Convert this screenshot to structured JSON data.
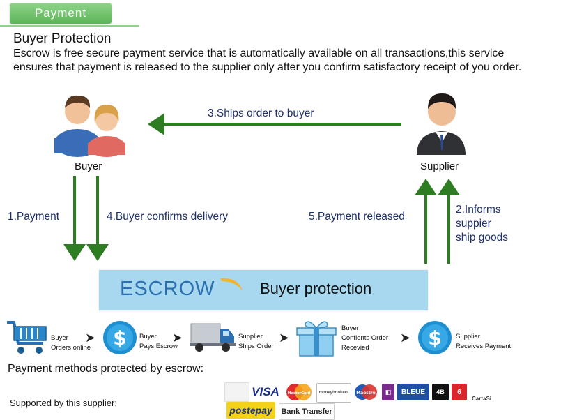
{
  "header": {
    "tab_label": "Payment"
  },
  "intro": {
    "title": "Buyer Protection",
    "body": "Escrow is free secure payment service that is automatically available on all transactions,this service ensures that payment is released to the supplier only after you confirm satisfactory receipt of you order."
  },
  "parties": {
    "buyer": "Buyer",
    "supplier": "Supplier"
  },
  "steps": {
    "ships": "3.Ships order to buyer",
    "payment": "1.Payment",
    "confirms": "4.Buyer confirms delivery",
    "released": "5.Payment released",
    "informs_1": "2.Informs",
    "informs_2": "suppier",
    "informs_3": "ship goods"
  },
  "escrow": {
    "word": "ESCROW",
    "tagline": "Buyer protection"
  },
  "flow": [
    {
      "line1": "Buyer",
      "line2": "Orders online",
      "icon": "shopping-cart-icon"
    },
    {
      "line1": "Buyer",
      "line2": "Pays Escrow",
      "icon": "dollar-coin-icon"
    },
    {
      "line1": "Supplier",
      "line2": "Ships Order",
      "icon": "delivery-truck-icon"
    },
    {
      "line1": "Buyer",
      "line2": "Confients Order",
      "line3": "Recevied",
      "icon": "gift-box-icon"
    },
    {
      "line1": "Supplier",
      "line2": "Receives Payment",
      "icon": "dollar-coin-icon"
    }
  ],
  "payment_methods_label": "Payment methods protected by escrow:",
  "supported_label": "Supported by this supplier:",
  "logos": {
    "visa": "VISA",
    "mastercard": "MasterCard",
    "moneybookers": "moneybookers",
    "maestro": "Maestro",
    "bleue": "BLEUE",
    "cartasi": "CartaSi",
    "postepay": "postepay",
    "bank_transfer": "Bank Transfer"
  },
  "colors": {
    "tab": "#5cb556",
    "arrow": "#2e7d22",
    "escrow_box": "#a8d8f0",
    "step_text": "#1d2f6a",
    "coin": "#1f8fd1"
  }
}
